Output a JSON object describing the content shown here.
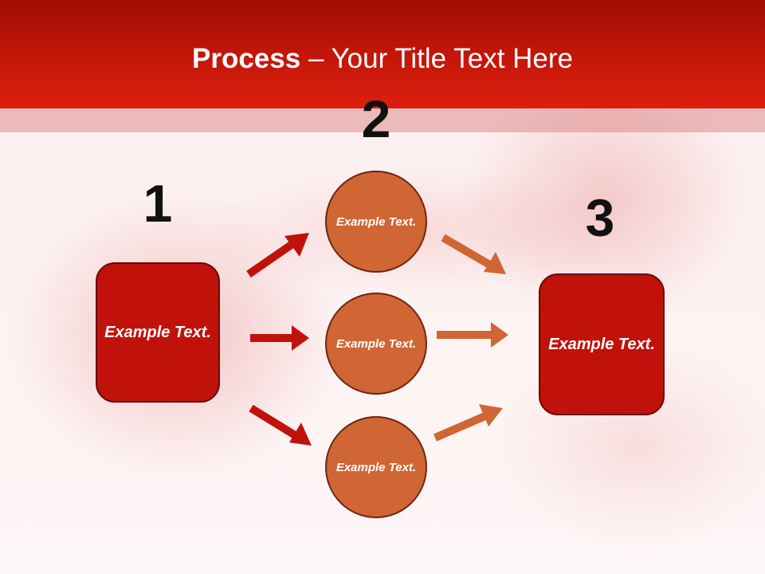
{
  "slide": {
    "title_bold": "Process",
    "title_rest": " – Your Title Text Here"
  },
  "steps": {
    "one": {
      "number": "1",
      "box_text": "Example Text."
    },
    "two": {
      "number": "2",
      "circles": [
        {
          "text": "Example Text."
        },
        {
          "text": "Example Text."
        },
        {
          "text": "Example Text."
        }
      ]
    },
    "three": {
      "number": "3",
      "box_text": "Example Text."
    }
  },
  "colors": {
    "header": "#c01508",
    "box_fill": "#c0120b",
    "circle_fill": "#cf6634",
    "red_arrow": "#c0120b",
    "orange_arrow": "#cf6634"
  }
}
